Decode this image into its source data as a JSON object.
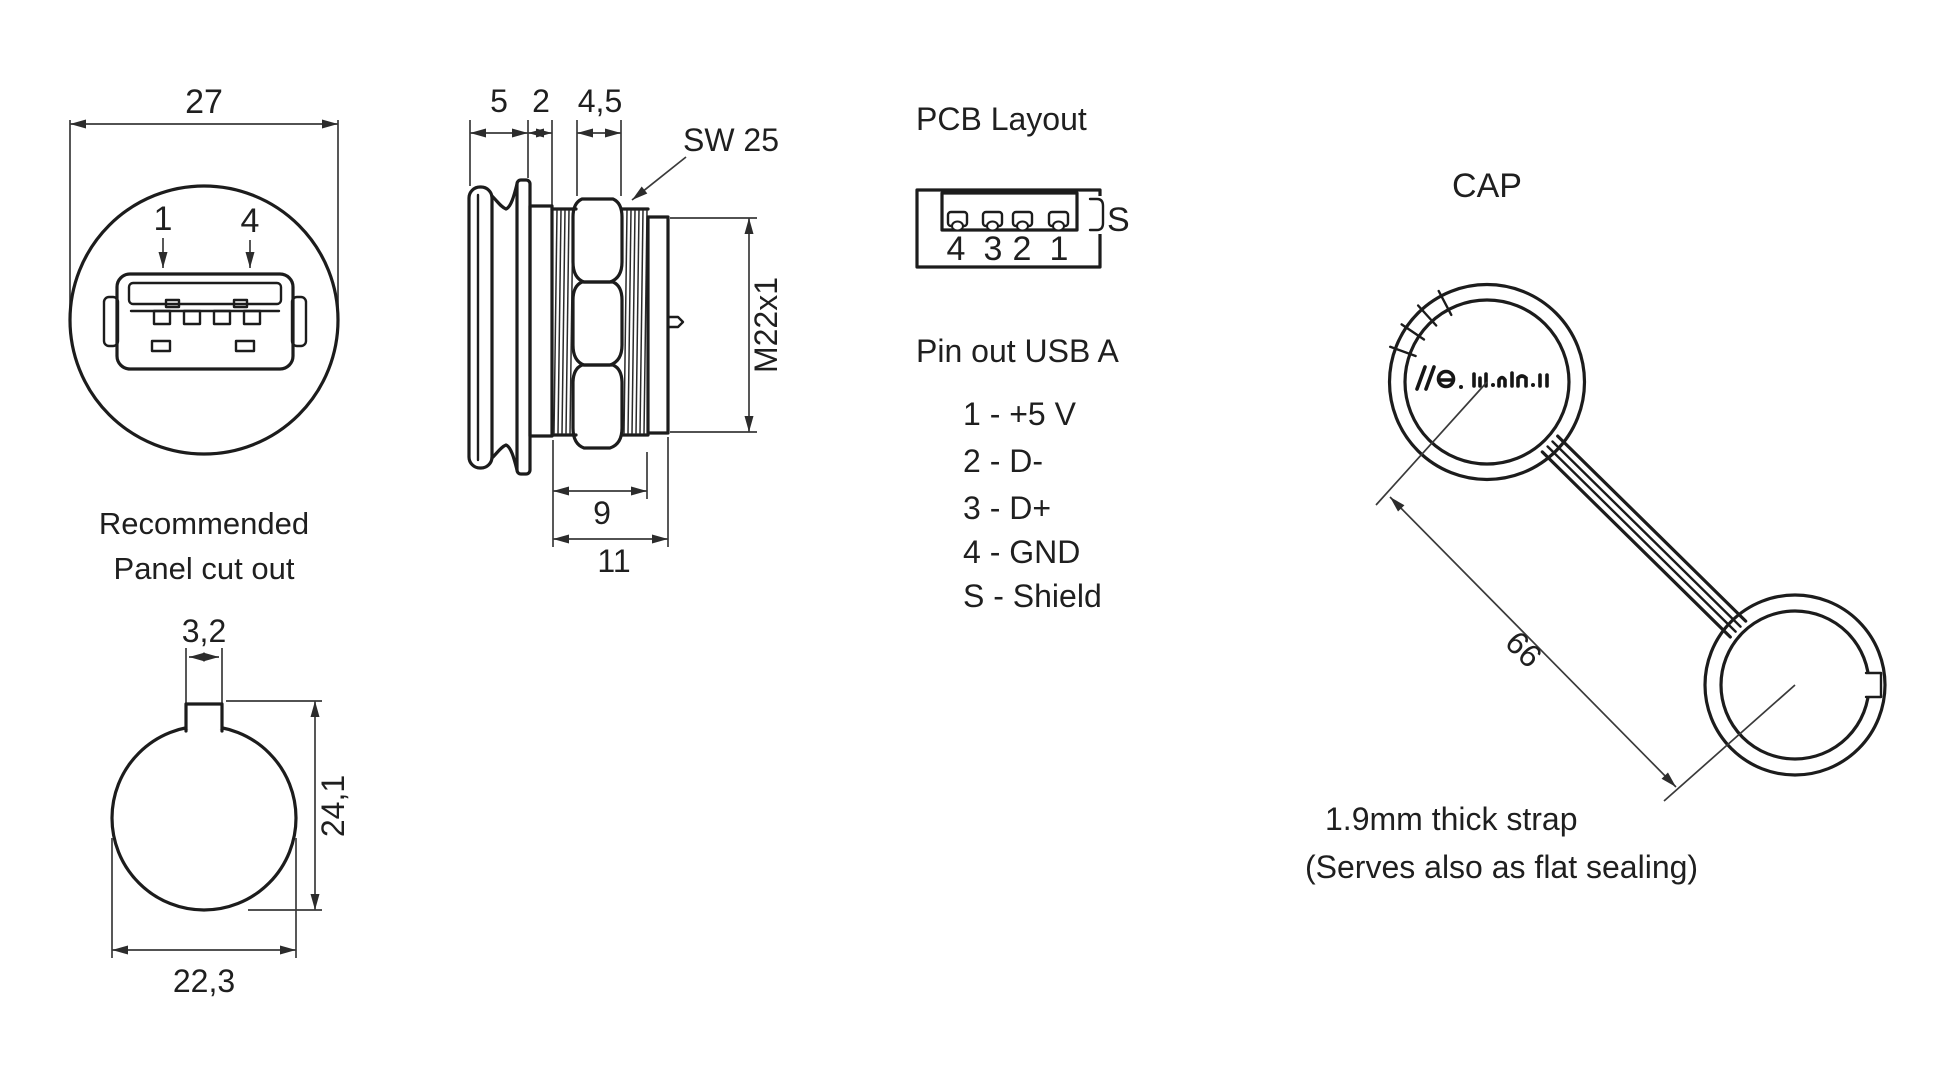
{
  "front_view": {
    "dim_diameter": "27",
    "pin_first": "1",
    "pin_last": "4",
    "caption_line1": "Recommended",
    "caption_line2": "Panel cut out"
  },
  "panel_cutout": {
    "dim_notch_width": "3,2",
    "dim_height": "24,1",
    "dim_width": "22,3"
  },
  "side_view": {
    "dim_bezel": "5",
    "dim_flange": "2",
    "dim_nut": "4,5",
    "wrench_size": "SW 25",
    "thread_spec": "M22x1",
    "dim_thread_length": "9",
    "dim_body_length": "11"
  },
  "pcb_layout": {
    "title": "PCB Layout",
    "pad_numbers": [
      "4",
      "3",
      "2",
      "1"
    ],
    "shield_label": "S"
  },
  "pinout": {
    "title": "Pin out USB A",
    "rows": [
      "1 - +5 V",
      "2 - D-",
      "3 - D+",
      "4 - GND",
      "S - Shield"
    ]
  },
  "cap": {
    "title": "CAP",
    "dim_strap_length": "66",
    "note_line1": "1.9mm thick strap",
    "note_line2": "(Serves also as flat sealing)"
  }
}
